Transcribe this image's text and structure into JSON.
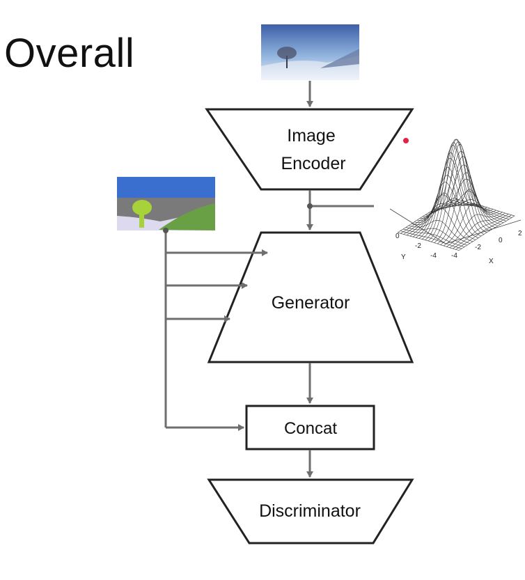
{
  "slide": {
    "title": "Overall"
  },
  "blocks": {
    "image_encoder": [
      "Image",
      "Encoder"
    ],
    "generator": "Generator",
    "concat": "Concat",
    "discriminator": "Discriminator"
  },
  "gaussian_plot": {
    "axis_y_label": "Y",
    "axis_x_label": "X",
    "y_ticks": [
      "0",
      "-2",
      "-4"
    ],
    "x_ticks": [
      "-4",
      "-2",
      "0",
      "2"
    ]
  },
  "colors": {
    "line": "#555555",
    "arrow": "#6e6e6e",
    "sky_blue": "#3a6fd0",
    "hill_grey": "#7a7a7a",
    "hill_green": "#6aa045",
    "tree_green": "#a8d23a",
    "laser_dot": "#e3224a"
  }
}
